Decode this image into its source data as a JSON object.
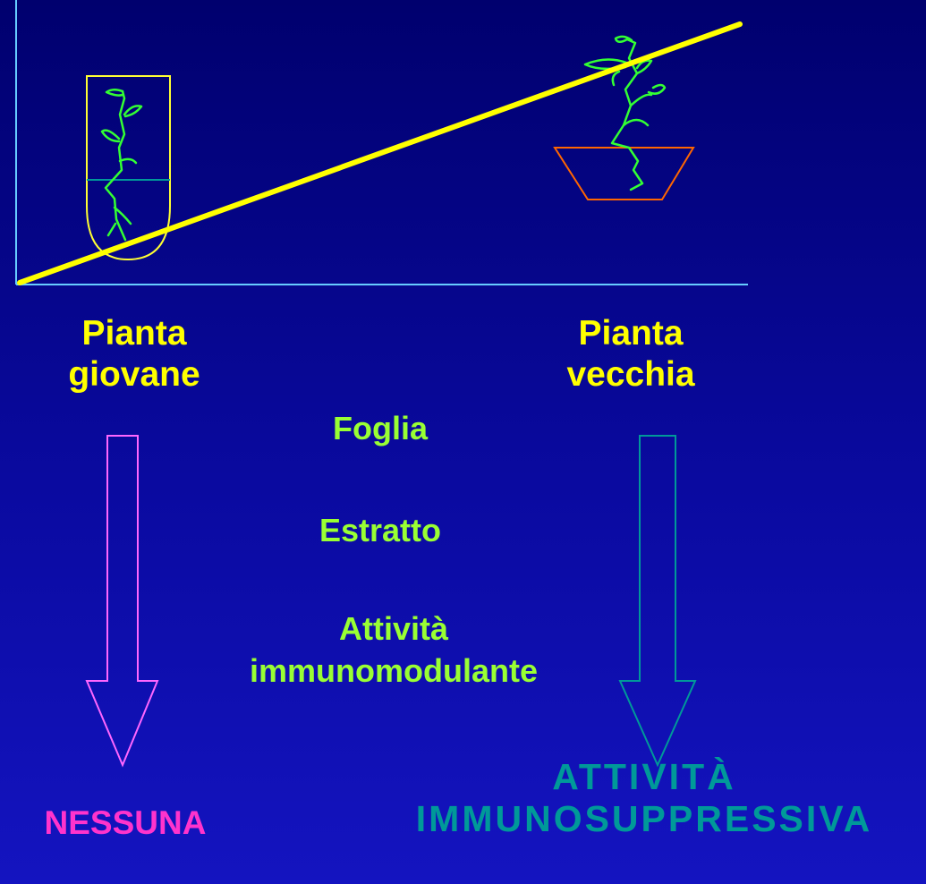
{
  "labels": {
    "young_plant": {
      "line1": "Pianta",
      "line2": "giovane"
    },
    "old_plant": {
      "line1": "Pianta",
      "line2": "vecchia"
    },
    "leaf": "Foglia",
    "extract": "Estratto",
    "activity": {
      "line1": "Attività",
      "line2": "immunomodulante"
    },
    "result_young": "NESSUNA",
    "result_old": {
      "line1": "ATTIVITÀ",
      "line2": "IMMUNOSUPPRESSIVA"
    }
  },
  "colors": {
    "background_top": "#00006e",
    "background_bottom": "#1414c0",
    "axis": "#66ccff",
    "trend_line": "#ffff00",
    "plant_stem": "#33ff33",
    "test_tube": "#ffff33",
    "water_line": "#009999",
    "pot": "#ff6600",
    "arrow_left": "#ff66ff",
    "arrow_right": "#009999",
    "label_yellow": "#ffff00",
    "label_green": "#99ff33",
    "label_pink": "#ff33cc",
    "label_teal": "#009999"
  }
}
